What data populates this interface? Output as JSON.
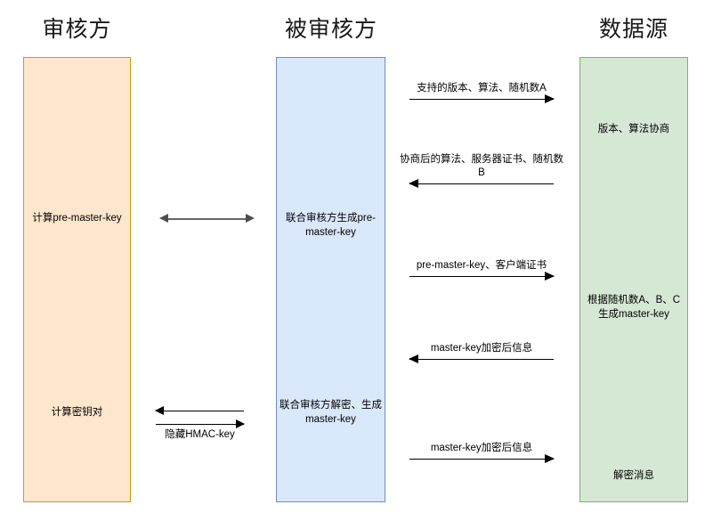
{
  "diagram": {
    "type": "sequence-diagram",
    "lanes": [
      {
        "id": "auditor",
        "title": "审核方",
        "fill": "#ffe6cc",
        "border": "#d79b00",
        "notes": [
          {
            "id": "compute-pre-master-key",
            "text": "计算pre-master-key"
          },
          {
            "id": "compute-key-pair",
            "text": "计算密钥对"
          }
        ]
      },
      {
        "id": "auditee",
        "title": "被审核方",
        "fill": "#dae8fc",
        "border": "#6c8ebf",
        "notes": [
          {
            "id": "joint-generate-pre-master-key",
            "text": "联合审核方生成pre-master-key"
          },
          {
            "id": "joint-decrypt-generate-master-key",
            "text": "联合审核方解密、生成master-key"
          }
        ]
      },
      {
        "id": "data-source",
        "title": "数据源",
        "fill": "#d5e8d4",
        "border": "#82b366",
        "notes": [
          {
            "id": "version-algorithm-negotiation",
            "text": "版本、算法协商"
          },
          {
            "id": "generate-master-key-from-nonces",
            "text": "根据随机数A、B、C 生成master-key"
          },
          {
            "id": "decrypt-message",
            "text": "解密消息"
          }
        ]
      }
    ],
    "messages": [
      {
        "id": "supported-versions-algorithms-nonce-a",
        "label": "支持的版本、算法、随机数A",
        "direction": "right"
      },
      {
        "id": "negotiated-algorithm-server-cert-nonce-b",
        "label": "协商后的算法、服务器证书、随机数B",
        "direction": "left"
      },
      {
        "id": "pre-master-key-client-cert",
        "label": "pre-master-key、客户端证书",
        "direction": "right"
      },
      {
        "id": "master-key-encrypted-message-down",
        "label": "master-key加密后信息",
        "direction": "left"
      },
      {
        "id": "master-key-encrypted-message-up",
        "label": "master-key加密后信息",
        "direction": "right"
      }
    ],
    "internal_links": [
      {
        "id": "pre-master-key-exchange",
        "label": "",
        "style": "double-headed-gray"
      },
      {
        "id": "hidden-hmac-key-exchange",
        "label": "隐藏HMAC-key",
        "style": "two-arrows"
      }
    ]
  }
}
